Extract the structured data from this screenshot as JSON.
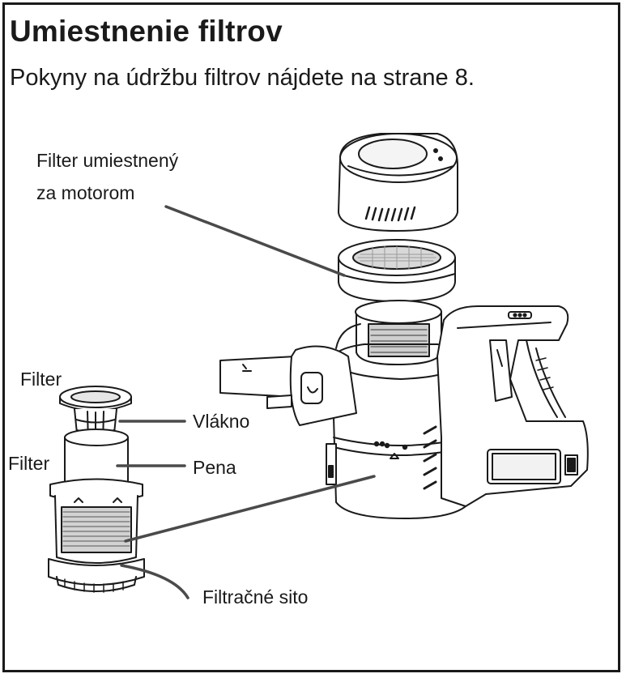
{
  "header": {
    "title": "Umiestnenie filtrov",
    "subtitle": "Pokyny na údržbu filtrov nájdete na strane 8."
  },
  "labels": {
    "motor_filter_line1": "Filter umiestnený",
    "motor_filter_line2": "za motorom",
    "filter_top": "Filter",
    "filter_left": "Filter",
    "fiber": "Vlákno",
    "foam": "Pena",
    "mesh": "Filtračné sito"
  },
  "colors": {
    "ink": "#1a1a1a",
    "leader": "#4a4a4a",
    "paper": "#ffffff"
  },
  "icons": {
    "vacuum": "vacuum-cleaner-illustration",
    "filter_assembly": "filter-assembly-illustration"
  }
}
